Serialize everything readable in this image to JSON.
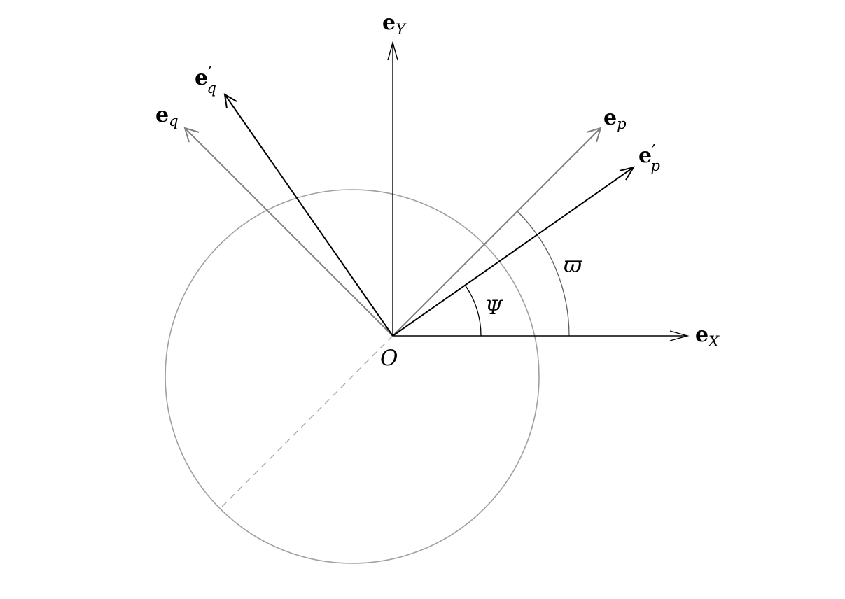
{
  "labels": {
    "e_Y_main": "e",
    "e_Y_sub": "Y",
    "e_X_main": "e",
    "e_X_sub": "X",
    "e_p_main": "e",
    "e_p_sub": "p",
    "e_pp_main": "e",
    "e_pp_prime": "′",
    "e_pp_sub": "p",
    "e_q_main": "e",
    "e_q_sub": "q",
    "e_qp_main": "e",
    "e_qp_prime": "′",
    "e_qp_sub": "q",
    "origin": "O",
    "psi": "Ψ",
    "varpi": "ϖ"
  },
  "colors": {
    "axis": "#000000",
    "primed_vector": "#000000",
    "unprimed_vector": "#808080",
    "circle": "#a0a0a0",
    "dashed_line": "#a8a8a8"
  }
}
